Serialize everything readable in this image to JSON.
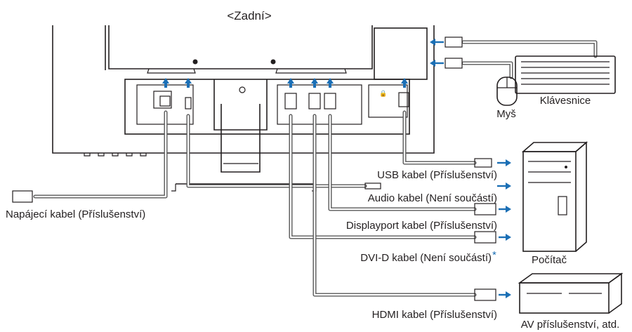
{
  "header": {
    "top_cut_text": "",
    "title": "<Zadní>"
  },
  "labels": {
    "power_cable": "Napájecí kabel (Příslušenství)",
    "usb_cable": "USB kabel (Příslušenství)",
    "audio_cable": "Audio kabel (Není součástí)",
    "displayport_cable": "Displayport kabel (Příslušenství)",
    "dvi_cable": "DVI-D kabel (Není součástí)",
    "dvi_asterisk": "*",
    "hdmi_cable": "HDMI kabel (Příslušenství)",
    "mouse": "Myš",
    "keyboard": "Klávesnice",
    "computer": "Počítač",
    "av_equipment": "AV příslušenství, atd."
  },
  "colors": {
    "arrow": "#1b6fb5",
    "line": "#231f20",
    "cable": "#5a5a5a"
  }
}
